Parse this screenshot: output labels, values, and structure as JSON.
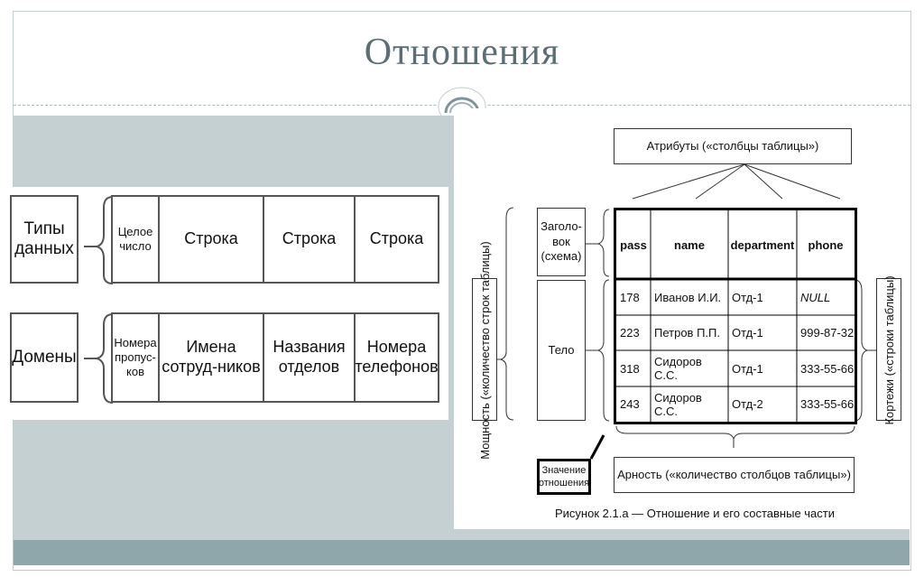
{
  "slide": {
    "title": "Отношения"
  },
  "left_table": {
    "rows": [
      {
        "label": "Типы данных",
        "cells": [
          "Целое число",
          "Строка",
          "Строка",
          "Строка"
        ]
      },
      {
        "label": "Домены",
        "cells": [
          "Номера пропус-ков",
          "Имена сотруд-ников",
          "Названия отделов",
          "Номера телефонов"
        ]
      }
    ]
  },
  "figure": {
    "attributes_label": "Атрибуты («столбцы таблицы»)",
    "header_label": "Заголо-вок (схема)",
    "body_label": "Тело",
    "cardinality_label": "Мощность («количество строк таблицы)",
    "tuples_label": "Кортежи («строки таблицы)",
    "relation_value_label": "Значение отношения",
    "arity_label": "Арность («количество столбцов таблицы»)",
    "caption": "Рисунок 2.1.а — Отношение и его составные части",
    "columns": [
      "pass",
      "name",
      "department",
      "phone"
    ],
    "rows": [
      [
        "178",
        "Иванов И.И.",
        "Отд-1",
        "NULL"
      ],
      [
        "223",
        "Петров П.П.",
        "Отд-1",
        "999-87-32"
      ],
      [
        "318",
        "Сидоров С.С.",
        "Отд-1",
        "333-55-66"
      ],
      [
        "243",
        "Сидоров С.С.",
        "Отд-2",
        "333-55-66"
      ]
    ]
  }
}
